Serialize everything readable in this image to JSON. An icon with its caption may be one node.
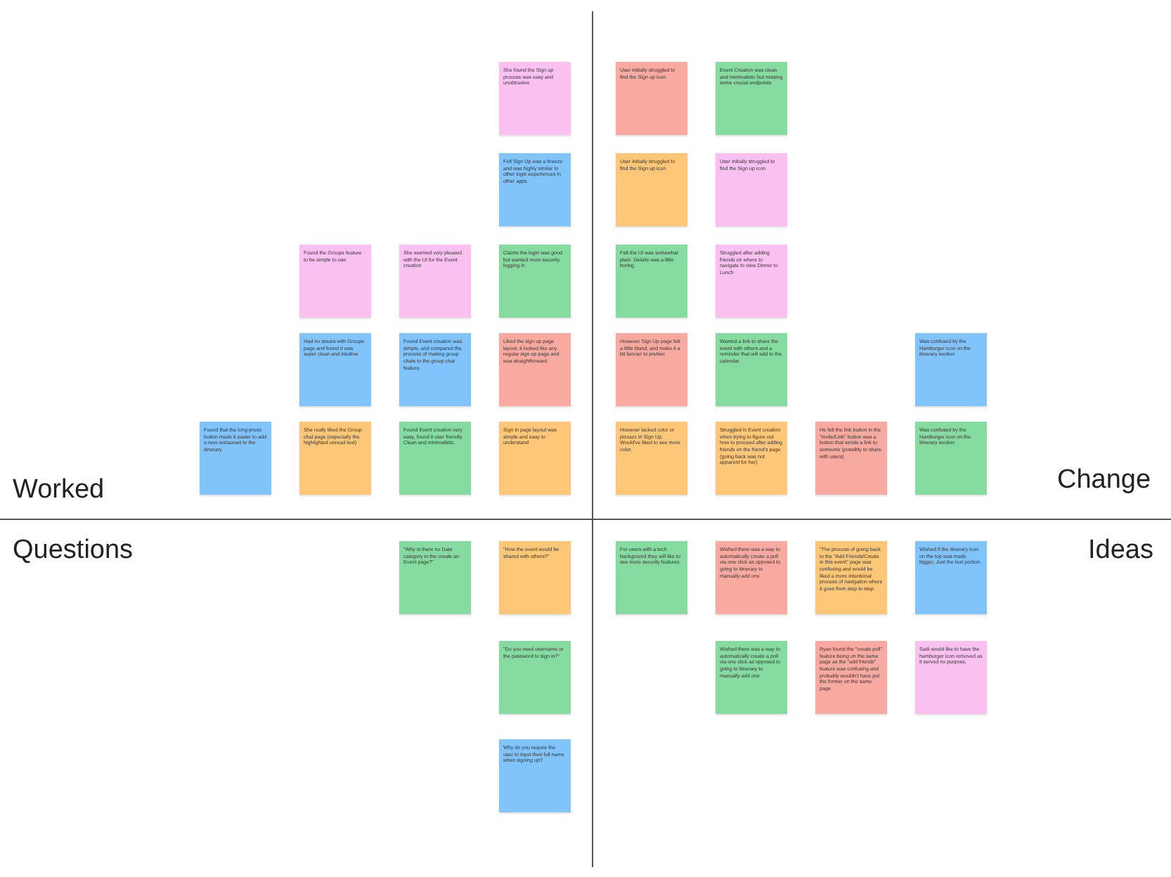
{
  "diagram": {
    "nodes": [
      {
        "text": [
          "She found the Sign up process was easy and unobtrusive"
        ]
      },
      {
        "text": [
          "User initially struggled to find the Sign up icon"
        ]
      },
      {
        "text": [
          "Event Creation was clean and minimalistic but missing some crucial endpoints"
        ]
      },
      {
        "text": [
          "Felt Sign Up was a breeze and was highly similar to other login experiences in other apps"
        ]
      },
      {
        "text": [
          "User initially struggled to find the Sign up icon"
        ]
      },
      {
        "text": [
          "User initially struggled to find the Sign up icon"
        ]
      },
      {
        "text": [
          "Found the Groups feature to be simple to use"
        ]
      },
      {
        "text": [
          "She seemed very pleased with the UI for the Event creation"
        ]
      },
      {
        "text": [
          "Claims the login was good but wanted more security logging in"
        ]
      },
      {
        "text": [
          "Felt the UI was somewhat plain. Details was a little boring"
        ]
      },
      {
        "text": [
          "Struggled after adding friends on where to navigate to view Dinner to Lunch"
        ]
      },
      {
        "text": [
          "Had no issues with Groups page and found it was super clean and intuitive"
        ]
      },
      {
        "text": [
          "Found Event creation was simple, and compared the process of making group chats to the group chat feature."
        ]
      },
      {
        "text": [
          "Liked the sign up page layout, it looked like any regular sign up page and was straightforward"
        ]
      },
      {
        "text": [
          "However Sign Up page felt a little bland, and make it a bit fancier to prettier."
        ]
      },
      {
        "text": [
          "Wanted a link to share the event with others and a reminder that will add to the calendar"
        ]
      },
      {
        "text": [
          "Was confused by the Hamburger icon on the itinerary section"
        ]
      },
      {
        "text": [
          "Found that the long-press button made it easier to add a new restaurant to the itinerary"
        ]
      },
      {
        "text": [
          "She really liked the Group chat page (especially the highlighted unread text)"
        ]
      },
      {
        "text": [
          "Found Event creation very easy, found it user friendly. Clean and minimalistic."
        ]
      },
      {
        "text": [
          "Sign in page layout was simple and easy to understand"
        ]
      },
      {
        "text": [
          "However lacked color or pizzazz in Sign Up. Would've liked to see more color."
        ]
      },
      {
        "text": [
          "Struggled in Event creation when trying to figure out how to proceed after adding friends on the friend's page (going back was not apparent for her)"
        ]
      },
      {
        "text": [
          "He felt the link button in the \"Invite/Link\" button was a button that sends a link to someone (possibly to share with users)"
        ]
      },
      {
        "text": [
          "Was confused by the Hamburger icon on the itinerary section"
        ]
      },
      {
        "text": [
          "\"Why is there no Date category in the create an Event page?\""
        ]
      },
      {
        "text": [
          "\"How the event would be shared with others?\""
        ]
      },
      {
        "text": [
          "For users with a tech background they will like to see more security features."
        ]
      },
      {
        "text": [
          "Wished there was a way to automatically create a poll via one click as opposed to going to itinerary to manually add one"
        ]
      },
      {
        "text": [
          "\"The process of going back to the \"Add Friends/Create in this event\" page was confusing and would be liked a more intentional process of navigation where it goes from step to step."
        ]
      },
      {
        "text": [
          "Wished if the itinerary icon on the top was made bigger, Just the text portion."
        ]
      },
      {
        "text": [
          "\"Do you need username or the password to sign in?\""
        ]
      },
      {
        "text": [
          "Wished there was a way to automatically create a poll via one click as opposed to going to itinerary to manually add one"
        ]
      },
      {
        "text": [
          "Ryan found the \"create poll\" feature being on the same page as the \"add friends\" feature was confusing and probably wouldn't have put the former on the same page"
        ]
      },
      {
        "text": [
          "Sadi would like to have the hamburger icon removed as it served no purpose."
        ]
      },
      {
        "text": [
          "Why do you require the user to input their full name when signing up?"
        ]
      }
    ],
    "labels": [
      "Worked",
      "Change",
      "Questions",
      "Ideas"
    ]
  }
}
